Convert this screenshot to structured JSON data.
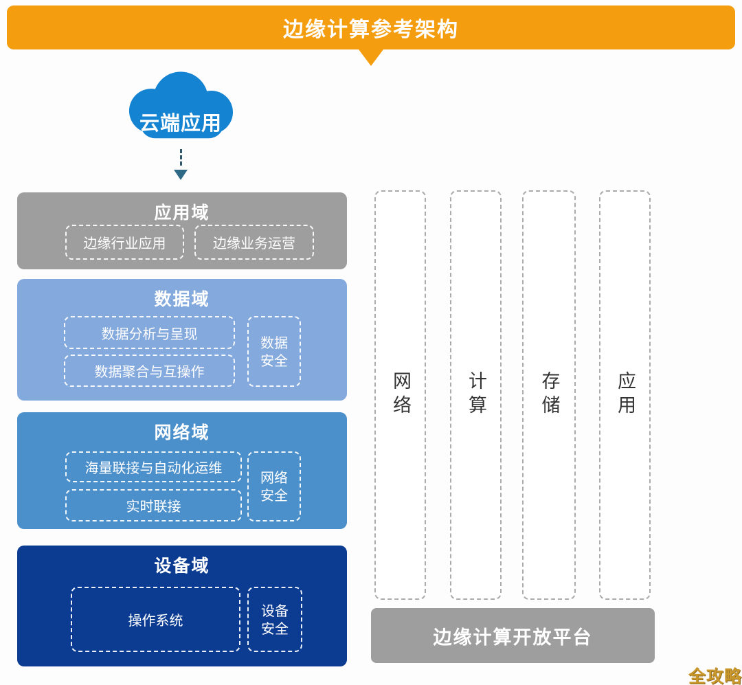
{
  "banner": {
    "title": "边缘计算参考架构"
  },
  "cloud": {
    "label": "云端应用"
  },
  "layers": [
    {
      "id": "application-domain",
      "title": "应用域",
      "color": "#9E9E9E",
      "boxes": [
        "边缘行业应用",
        "边缘业务运营"
      ],
      "security": null
    },
    {
      "id": "data-domain",
      "title": "数据域",
      "color": "#84A9DD",
      "boxes": [
        "数据分析与呈现",
        "数据聚合与互操作"
      ],
      "security": "数据安全"
    },
    {
      "id": "network-domain",
      "title": "网络域",
      "color": "#4B8FCB",
      "boxes": [
        "海量联接与自动化运维",
        "实时联接"
      ],
      "security": "网络安全"
    },
    {
      "id": "device-domain",
      "title": "设备域",
      "color": "#0C3C92",
      "boxes": [
        "操作系统"
      ],
      "security": "设备安全"
    }
  ],
  "columns": [
    {
      "label": "网络"
    },
    {
      "label": "计算"
    },
    {
      "label": "存储"
    },
    {
      "label": "应用"
    }
  ],
  "platform": {
    "title": "边缘计算开放平台"
  },
  "watermark": {
    "text": "全攻略"
  },
  "colors": {
    "banner": "#F49D0E",
    "cloud": "#1483D1",
    "application_domain": "#9E9E9E",
    "data_domain": "#84A9DD",
    "network_domain": "#4B8FCB",
    "device_domain": "#0C3C92",
    "column_border": "#ABABAB",
    "platform_bar": "#9E9E9E",
    "watermark": "#C9962A"
  }
}
